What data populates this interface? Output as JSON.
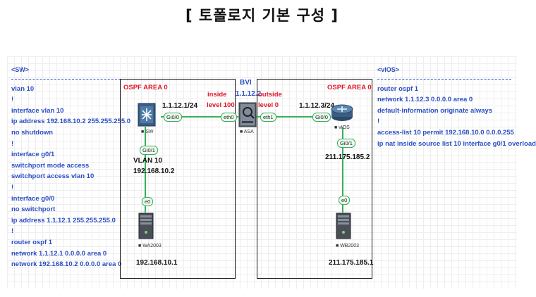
{
  "title": "[ 토폴로지 기본 구성 ]",
  "colors": {
    "config_text": "#2b4ec4",
    "area_label": "#e0162b",
    "link": "#38b05c"
  },
  "sw_config": {
    "header": "<SW>",
    "lines": [
      "vlan 10",
      "!",
      "interface vlan 10",
      "ip address 192.168.10.2 255.255.255.0",
      "no shutdown",
      "!",
      "interface g0/1",
      "switchport mode access",
      "switchport access vlan 10",
      "!",
      "interface g0/0",
      "no switchport",
      "ip address 1.1.12.1 255.255.255.0",
      "!",
      "router ospf 1",
      "network 1.1.12.1 0.0.0.0 area 0",
      "network 192.168.10.2 0.0.0.0 area 0"
    ]
  },
  "vios_config": {
    "header": "<vIOS>",
    "lines": [
      "router ospf 1",
      "network 1.1.12.3 0.0.0.0 area 0",
      "default-information originate always",
      "!",
      "access-list 10 permit 192.168.10.0 0.0.0.255",
      "ip nat inside source list 10 interface g0/1 overload"
    ]
  },
  "left_area": {
    "label": "OSPF AREA 0",
    "inside": "inside",
    "inside_level": "level 100",
    "sw_ip": "1.1.12.1/24",
    "vlan": "VLAN 10",
    "vlan_ip": "192.168.10.2",
    "wa_ip": "192.168.10.1"
  },
  "bvi": {
    "label": "BVI",
    "ip": "1.1.12.2"
  },
  "right_area": {
    "label": "OSPF AREA 0",
    "outside": "outside",
    "outside_level": "level 0",
    "vios_ip": "1.1.12.3/24",
    "g01_ip": "211.175.185.2",
    "wb_ip": "211.175.185.1"
  },
  "devices": {
    "sw": "SW",
    "asa": "ASA",
    "vios": "vIOS",
    "wa": "WA2003",
    "wb": "WB2003"
  },
  "ports": {
    "sw_gi00": "Gi0/0",
    "sw_gi01": "Gi0/1",
    "asa_eth0": "eth0",
    "asa_eth1": "eth1",
    "vios_gi00": "Gi0/0",
    "vios_gi01": "Gi0/1",
    "wa_e0": "e0",
    "wb_e0": "e0"
  }
}
